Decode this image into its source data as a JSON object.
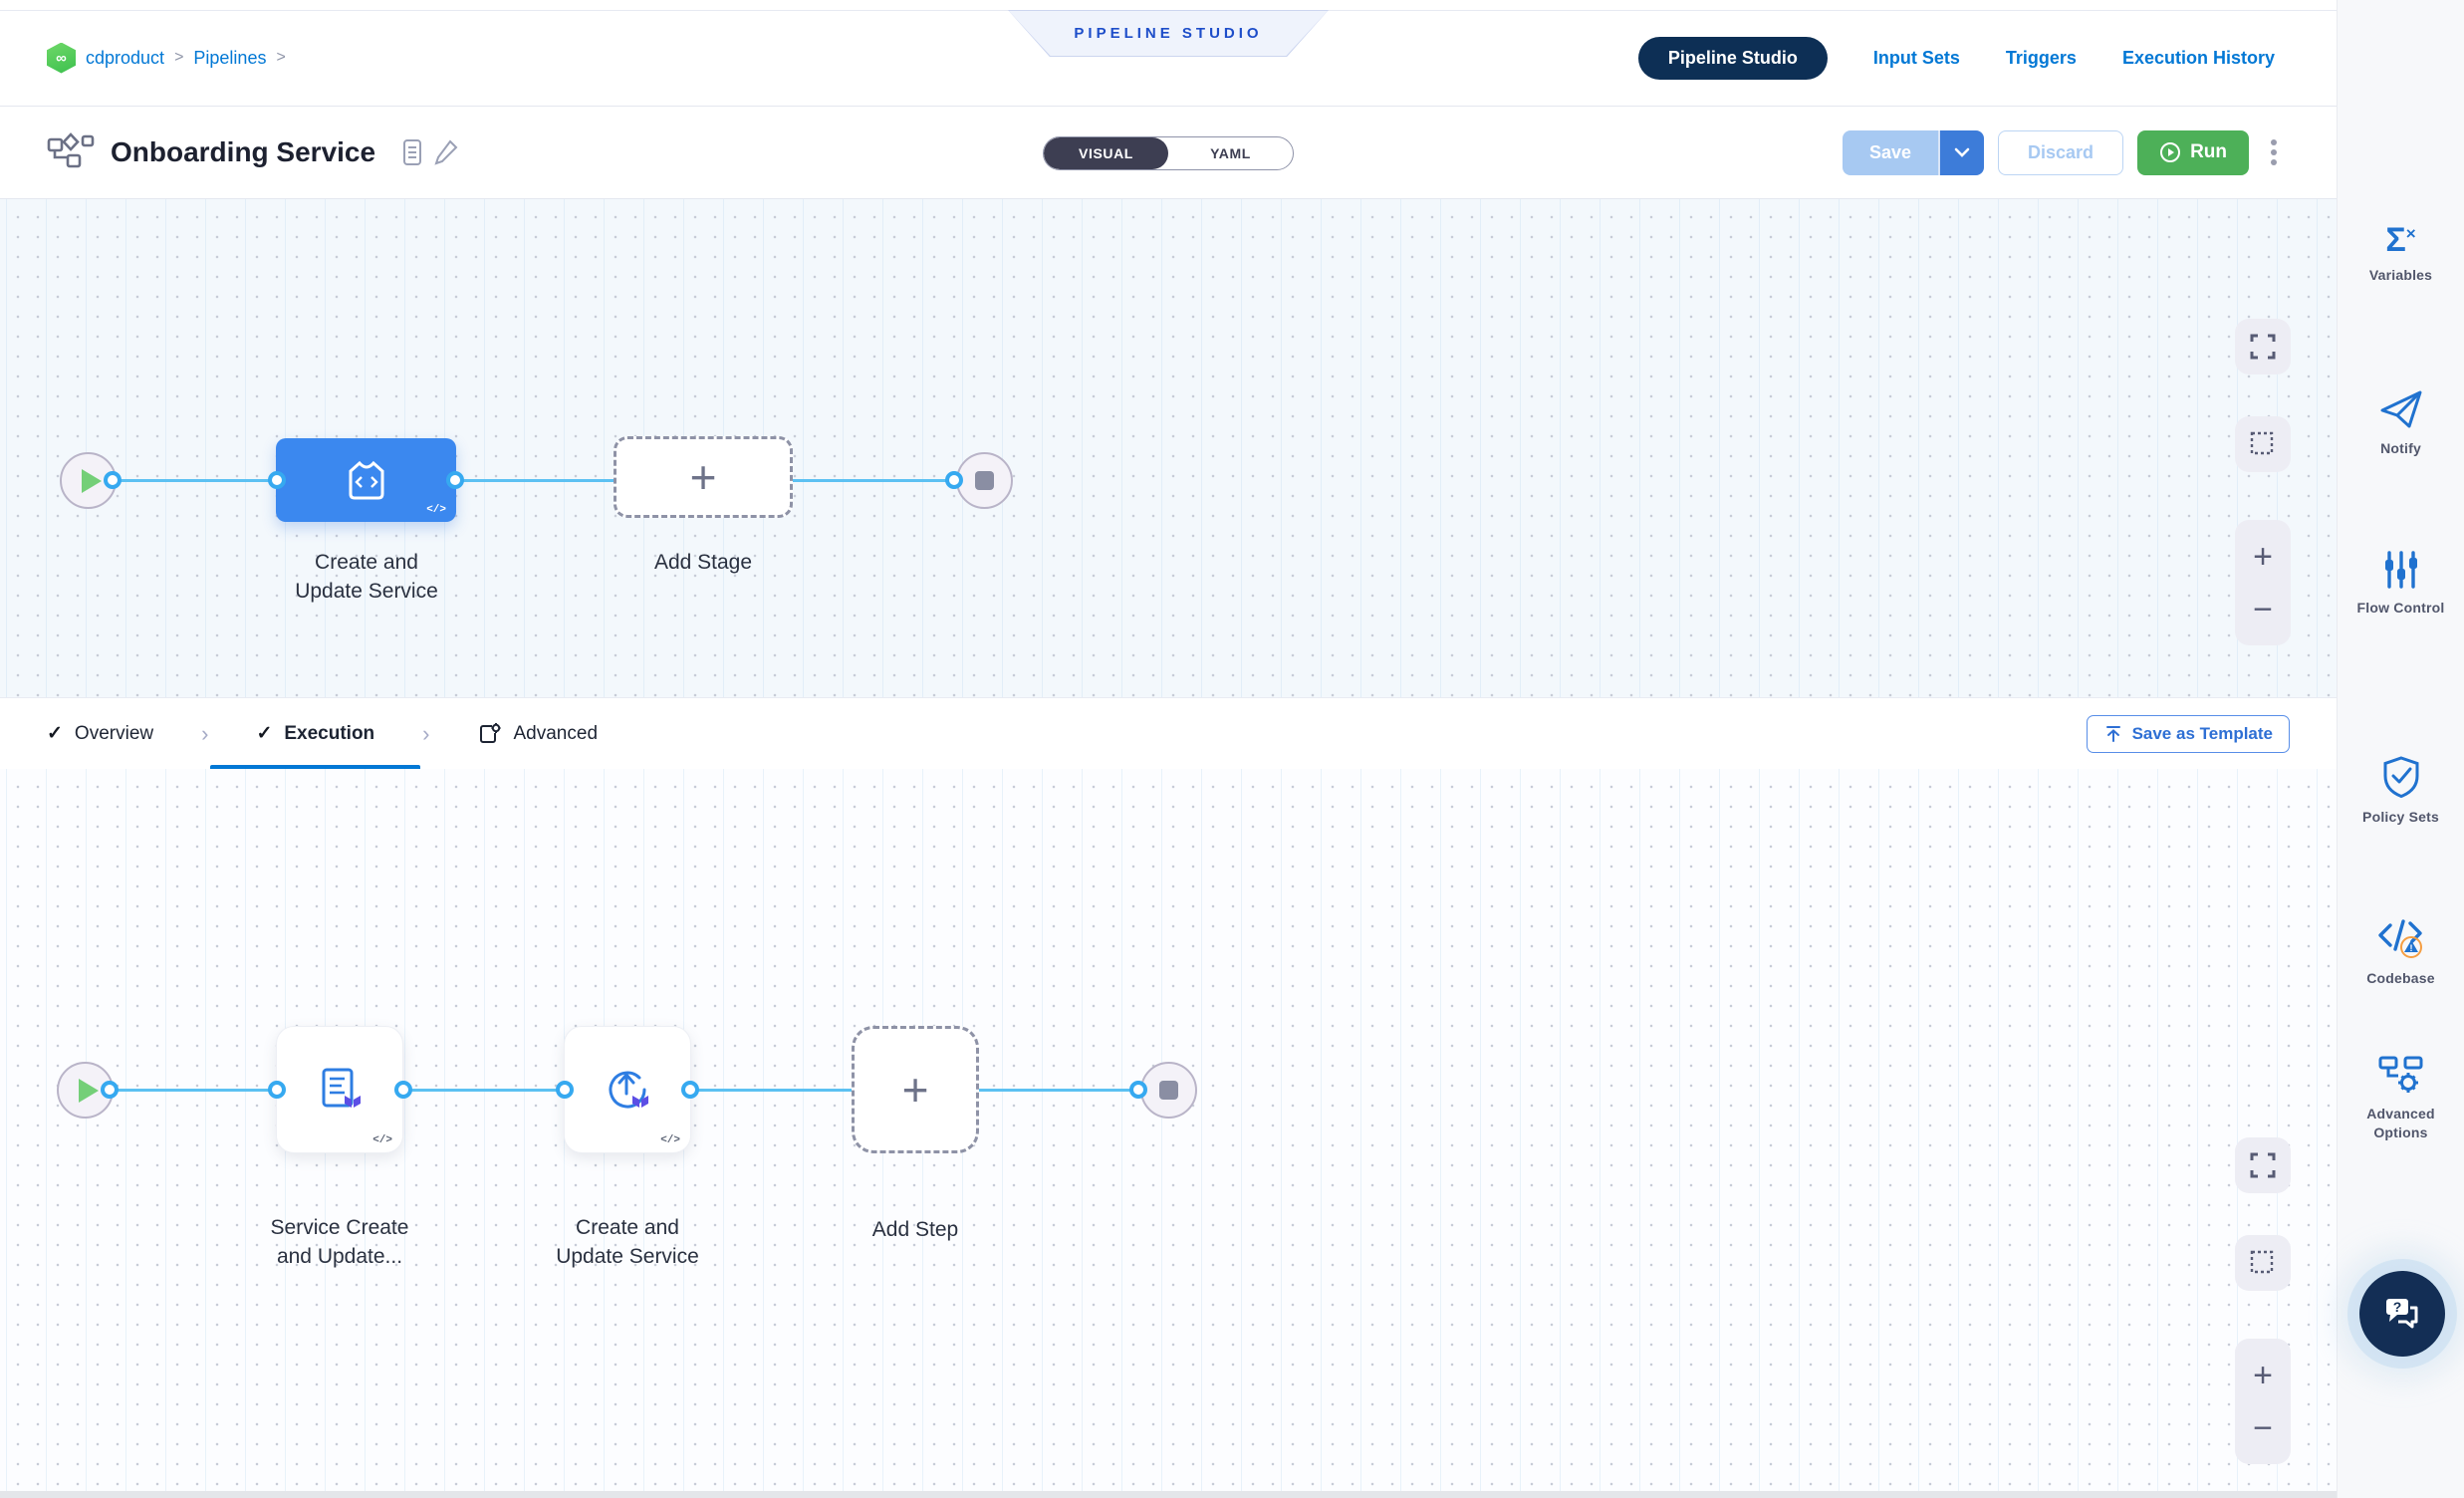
{
  "breadcrumb": {
    "project": "cdproduct",
    "section": "Pipelines",
    "sep": ">"
  },
  "banner": {
    "label": "PIPELINE STUDIO"
  },
  "nav": {
    "active": "Pipeline Studio",
    "links": [
      {
        "label": "Input Sets"
      },
      {
        "label": "Triggers"
      },
      {
        "label": "Execution History"
      }
    ]
  },
  "header": {
    "title": "Onboarding Service"
  },
  "toggle": {
    "visual": "VISUAL",
    "yaml": "YAML"
  },
  "actions": {
    "save": "Save",
    "discard": "Discard",
    "run": "Run"
  },
  "stage_canvas": {
    "stage_label_line1": "Create and",
    "stage_label_line2": "Update Service",
    "stage_code_badge": "</>",
    "add_stage": "Add Stage"
  },
  "tabs": {
    "overview": "Overview",
    "execution": "Execution",
    "advanced": "Advanced",
    "save_as_template": "Save as Template"
  },
  "execution_canvas": {
    "step1_label_line1": "Service Create",
    "step1_label_line2": "and Update...",
    "step2_label_line1": "Create and",
    "step2_label_line2": "Update Service",
    "step_code_badge": "</>",
    "add_step": "Add Step"
  },
  "sidebar": {
    "items": [
      {
        "label": "Variables",
        "icon": "sigma-x-icon"
      },
      {
        "label": "Notify",
        "icon": "paper-plane-icon"
      },
      {
        "label": "Flow Control",
        "icon": "sliders-icon"
      },
      {
        "label": "Policy Sets",
        "icon": "shield-check-icon"
      },
      {
        "label": "Codebase",
        "icon": "code-warning-icon"
      },
      {
        "label": "Advanced Options",
        "icon": "flowchart-gear-icon"
      }
    ]
  },
  "colors": {
    "primary_blue": "#0278d5",
    "navy_pill": "#0d2f55",
    "stage_node_blue": "#3b88ef",
    "connector_blue": "#5cc1f2",
    "run_green": "#4db058",
    "save_disabled_blue": "#a7c9f2",
    "banner_text_blue": "#1d4dc9",
    "canvas1_bg": "#f3f8fc",
    "canvas2_bg": "#fcfdff",
    "sidebar_bg": "#f7f8fa",
    "help_fab_navy": "#132e55",
    "codebase_warning_orange": "#f59e42"
  }
}
